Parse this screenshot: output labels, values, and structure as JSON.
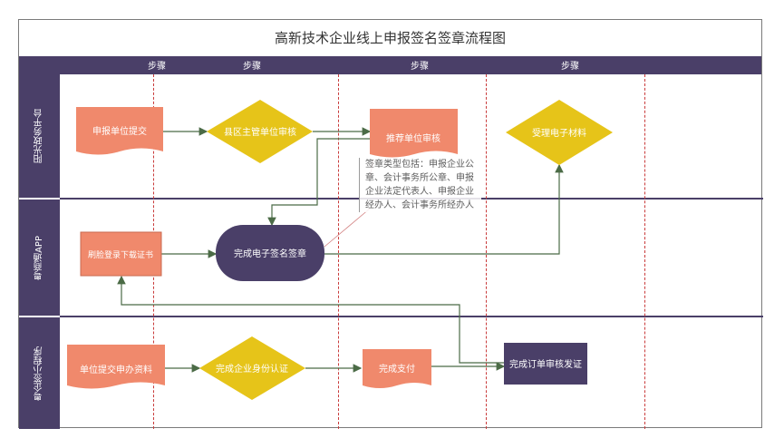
{
  "title": "高新技术企业线上申报签名签章流程图",
  "steps": [
    "步骤",
    "步骤",
    "步骤",
    "步骤"
  ],
  "lanes": [
    "阳光政务平台",
    "粤商通APP",
    "粤企签小程序"
  ],
  "nodes": {
    "submit": "申报单位提交",
    "county_review": "县区主管单位审核",
    "recommend_review": "推荐单位审核",
    "accept_materials": "受理电子材料",
    "face_login": "刷脸登录下载证书",
    "esign": "完成电子签名签章",
    "unit_materials": "单位提交申办资料",
    "identity_auth": "完成企业身份认证",
    "payment": "完成支付",
    "order_review": "完成订单审核发证"
  },
  "note": "签章类型包括：申报企业公章、会计事务所公章、申报企业法定代表人、申报企业经办人、会计事务所经办人",
  "colors": {
    "header": "#4a3f68",
    "document": "#f0896c",
    "diamond": "#e6c419",
    "terminal": "#4a3f68",
    "face_box": "#f0896c",
    "connector": "#4b6b46",
    "swimline": "#c93b3b"
  }
}
